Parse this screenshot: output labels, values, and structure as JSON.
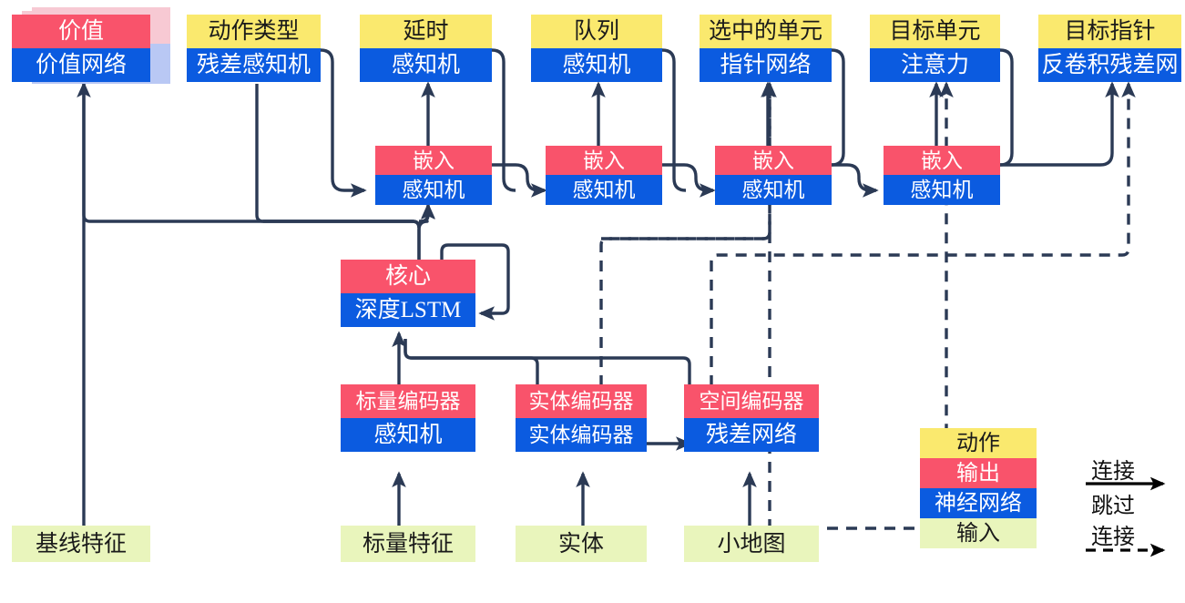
{
  "diagram": {
    "title": "AlphaStar-style agent architecture",
    "colors": {
      "action": "#FAE96E",
      "output": "#F9536B",
      "network": "#0B5BE0",
      "input": "#E9F5BC",
      "wire": "#2B3A55",
      "legend_arrow": "#000000"
    },
    "nodes": {
      "value": {
        "top": "价值",
        "bottom": "价值网络"
      },
      "action_type": {
        "top": "动作类型",
        "bottom": "残差感知机"
      },
      "delay": {
        "top": "延时",
        "bottom": "感知机"
      },
      "queue": {
        "top": "队列",
        "bottom": "感知机"
      },
      "selected_units": {
        "top": "选中的单元",
        "bottom": "指针网络"
      },
      "target_unit": {
        "top": "目标单元",
        "bottom": "注意力"
      },
      "target_point": {
        "top": "目标指针",
        "bottom": "反卷积残差网"
      },
      "embed1": {
        "top": "嵌入",
        "bottom": "感知机"
      },
      "embed2": {
        "top": "嵌入",
        "bottom": "感知机"
      },
      "embed3": {
        "top": "嵌入",
        "bottom": "感知机"
      },
      "embed4": {
        "top": "嵌入",
        "bottom": "感知机"
      },
      "core": {
        "top": "核心",
        "bottom": "深度LSTM"
      },
      "scalar_encoder": {
        "top": "标量编码器",
        "bottom": "感知机"
      },
      "entity_encoder": {
        "top": "实体编码器",
        "bottom": "实体编码器"
      },
      "spatial_encoder": {
        "top": "空间编码器",
        "bottom": "残差网络"
      }
    },
    "inputs": {
      "baseline_features": "基线特征",
      "scalar_features": "标量特征",
      "entities": "实体",
      "minimap": "小地图"
    },
    "legend": {
      "action": "动作",
      "output": "输出",
      "network": "神经网络",
      "input": "输入",
      "connection": "连接",
      "skip_line1": "跳过",
      "skip_line2": "连接"
    }
  }
}
